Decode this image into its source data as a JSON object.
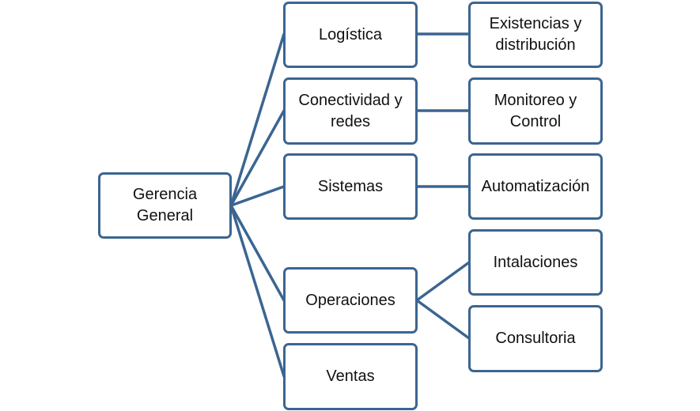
{
  "colors": {
    "border": "#3b6591",
    "line": "#3b6591",
    "text": "#111111",
    "background": "#ffffff"
  },
  "root": {
    "label": "Gerencia\nGeneral"
  },
  "departments": [
    {
      "label": "Logística"
    },
    {
      "label": "Conectividad y\nredes"
    },
    {
      "label": "Sistemas"
    },
    {
      "label": "Operaciones"
    },
    {
      "label": "Ventas"
    }
  ],
  "functions": [
    {
      "label": "Existencias y\ndistribución",
      "parent": "Logística"
    },
    {
      "label": "Monitoreo y\nControl",
      "parent": "Conectividad y\nredes"
    },
    {
      "label": "Automatización",
      "parent": "Sistemas"
    },
    {
      "label": "Intalaciones",
      "parent": "Operaciones"
    },
    {
      "label": "Consultoria",
      "parent": "Operaciones"
    }
  ]
}
